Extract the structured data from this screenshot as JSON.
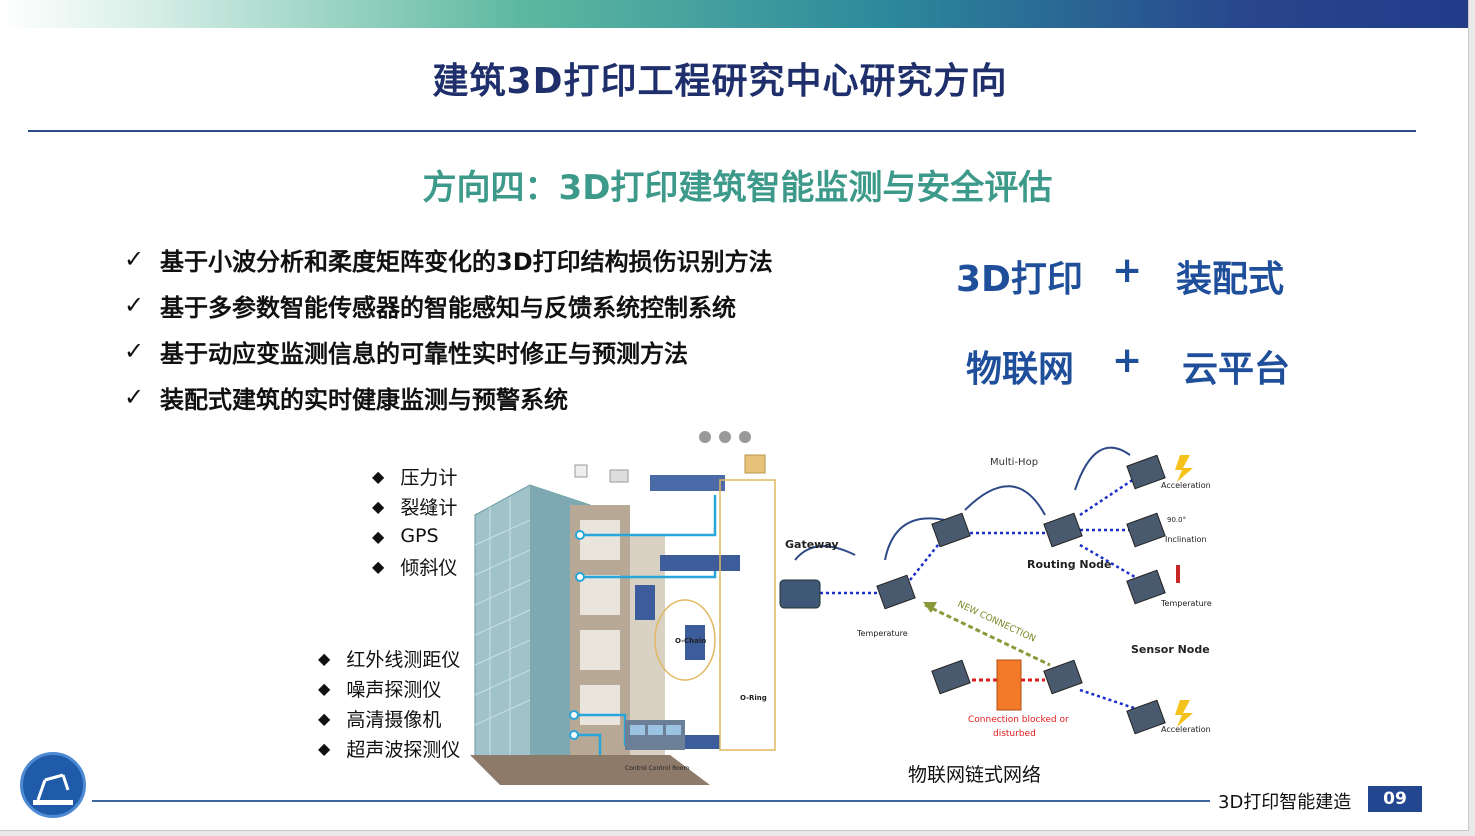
{
  "header": {
    "title": "建筑3D打印工程研究中心研究方向",
    "subtitle": "方向四：3D打印建筑智能监测与安全评估"
  },
  "bullets": [
    {
      "check": "✓",
      "text": "基于小波分析和柔度矩阵变化的3D打印结构损伤识别方法"
    },
    {
      "check": "✓",
      "text": "基于多参数智能传感器的智能感知与反馈系统控制系统"
    },
    {
      "check": "✓",
      "text": "基于动应变监测信息的可靠性实时修正与预测方法"
    },
    {
      "check": "✓",
      "text": "装配式建筑的实时健康监测与预警系统"
    }
  ],
  "formulas": [
    {
      "left": "3D打印",
      "op": "+",
      "right": "装配式"
    },
    {
      "left": "物联网",
      "op": "+",
      "right": "云平台"
    }
  ],
  "sensors_top": [
    "压力计",
    "裂缝计",
    "GPS",
    "倾斜仪"
  ],
  "sensors_bottom": [
    "红外线测距仪",
    "噪声探测仪",
    "高清摄像机",
    "超声波探测仪"
  ],
  "bullet_marker": "◆",
  "building_labels": {
    "ochain": "O-Chain",
    "oring": "O-Ring",
    "control_room": "Control Control Room"
  },
  "network": {
    "gateway": "Gateway",
    "multi_hop": "Multi-Hop",
    "routing_node": "Routing Node",
    "sensor_node": "Sensor Node",
    "new_connection": "NEW CONNECTION",
    "blocked": "Connection blocked or",
    "disturbed": "disturbed",
    "temperature": "Temperature",
    "acceleration": "Acceleration",
    "inclination": "Inclination",
    "angle": "90.0°"
  },
  "caption": "物联网链式网络",
  "footer": {
    "text": "3D打印智能建造",
    "page": "09"
  },
  "colors": {
    "title": "#1e2f6b",
    "subtitle": "#3d9a8a",
    "formula": "#1f4e9a",
    "page_bg": "#22468f"
  }
}
